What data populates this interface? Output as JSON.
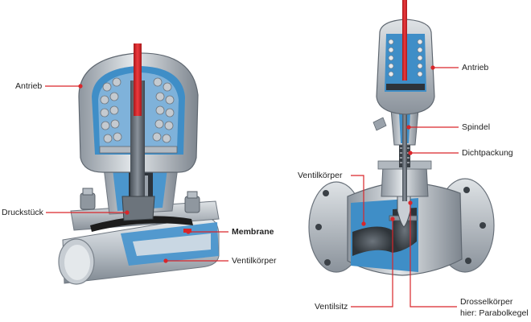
{
  "colors": {
    "accent": "#d9262a",
    "steel_light": "#c9ced4",
    "steel_mid": "#9aa2ab",
    "steel_dark": "#5d666f",
    "section_blue": "#3f8ec7",
    "spring": "#b7bdc4"
  },
  "left_valve": {
    "labels": {
      "antrieb": "Antrieb",
      "druckstueck": "Druckstück",
      "membrane": "Membrane",
      "ventilkoerper": "Ventilkörper"
    }
  },
  "right_valve": {
    "labels": {
      "antrieb": "Antrieb",
      "spindel": "Spindel",
      "dichtpackung": "Dichtpackung",
      "ventilkoerper": "Ventilkörper",
      "ventilsitz": "Ventilsitz",
      "drosselkoerper_1": "Drosselkörper",
      "drosselkoerper_2": "hier: Parabolkegel"
    }
  }
}
